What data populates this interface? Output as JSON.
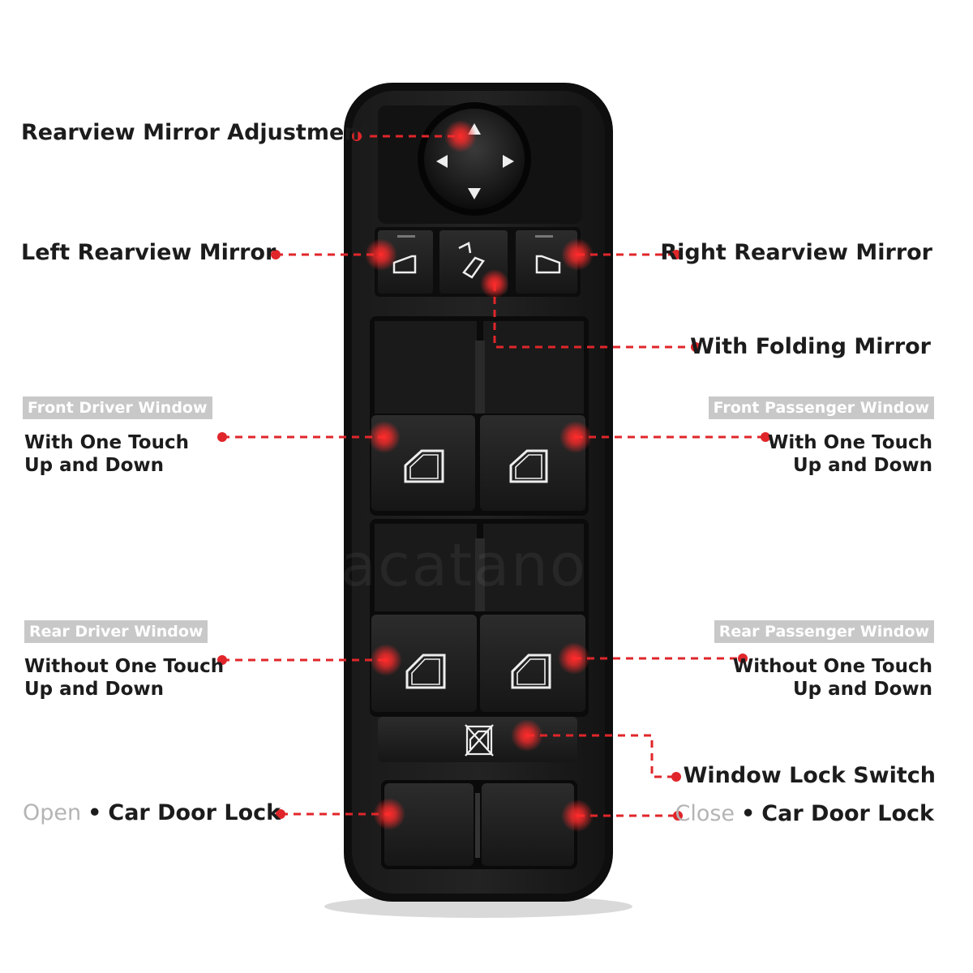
{
  "labels": {
    "rearview_mirror_adjustment": "Rearview Mirror Adjustment",
    "left_rearview_mirror": "Left Rearview Mirror",
    "right_rearview_mirror": "Right Rearview Mirror",
    "with_folding_mirror": "With Folding Mirror",
    "window_lock_switch": "Window Lock Switch"
  },
  "windows": {
    "front_driver": {
      "tag": "Front Driver Window",
      "line1": "With One Touch",
      "line2": "Up and Down"
    },
    "front_passenger": {
      "tag": "Front Passenger Window",
      "line1": "With One Touch",
      "line2": "Up and Down"
    },
    "rear_driver": {
      "tag": "Rear Driver Window",
      "line1": "Without One Touch",
      "line2": "Up and Down"
    },
    "rear_passenger": {
      "tag": "Rear Passenger Window",
      "line1": "Without One Touch",
      "line2": "Up and Down"
    }
  },
  "door_lock": {
    "open_state": "Open",
    "close_state": "Close",
    "separator": "•",
    "label": "Car Door Lock"
  },
  "watermark": "acatano",
  "colors": {
    "callout_red": "#e0262a",
    "panel_black": "#151515",
    "tag_gray": "#c8c8c8"
  }
}
